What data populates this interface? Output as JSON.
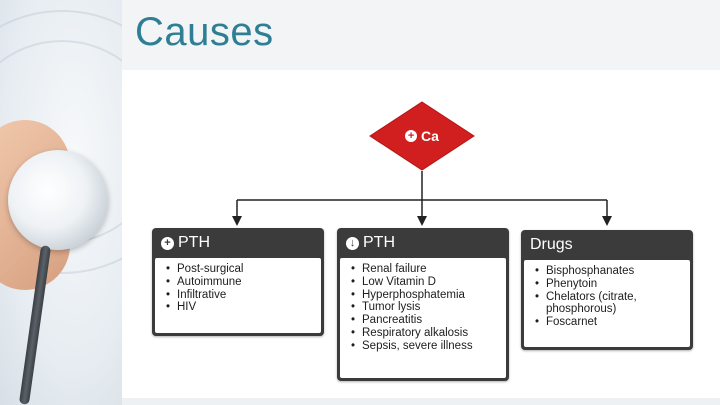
{
  "slide": {
    "title": "Causes"
  },
  "root_node": {
    "icon": "plus-circle-icon",
    "label": "Ca",
    "color": "#d11f1f"
  },
  "boxes": [
    {
      "icon": "plus-circle-icon",
      "title": "PTH",
      "items": [
        "Post-surgical",
        "Autoimmune",
        "Infiltrative",
        "HIV"
      ]
    },
    {
      "icon": "minus-circle-icon",
      "title": "PTH",
      "items": [
        "Renal failure",
        "Low Vitamin D",
        "Hyperphosphatemia",
        "Tumor lysis",
        "Pancreatitis",
        "Respiratory alkalosis",
        "Sepsis, severe illness"
      ]
    },
    {
      "icon": "",
      "title": "Drugs",
      "items": [
        "Bisphosphanates",
        "Phenytoin",
        "Chelators (citrate,",
        "phosphorous)",
        "Foscarnet"
      ]
    }
  ],
  "colors": {
    "title": "#2e7f93",
    "box_header": "#3b3b3b",
    "root_node": "#d11f1f"
  }
}
